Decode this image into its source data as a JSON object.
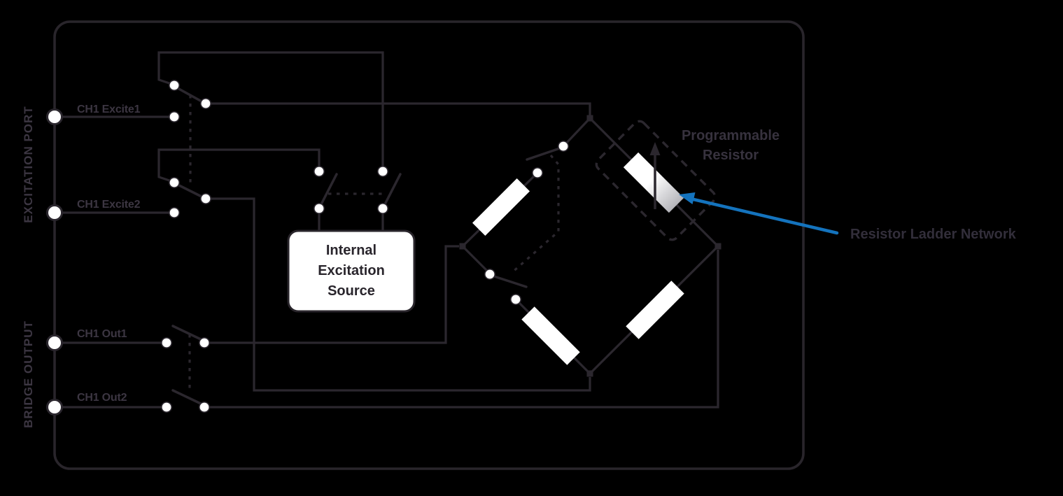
{
  "ports": {
    "excitation": "EXCITATION PORT",
    "bridge": "BRIDGE OUTPUT"
  },
  "signals": [
    {
      "label": "CH1 Excite1"
    },
    {
      "label": "CH1 Excite2"
    },
    {
      "label": "CH1 Out1"
    },
    {
      "label": "CH1 Out2"
    }
  ],
  "source_box": {
    "lines": [
      "Internal",
      "Excitation",
      "Source"
    ]
  },
  "programmable_resistor": {
    "lines": [
      "Programmable",
      "Resistor"
    ]
  },
  "callout": {
    "label": "Resistor Ladder Network"
  },
  "colors": {
    "background": "#000000",
    "line": "#2b272e",
    "label_text": "#3c3642",
    "box_fill": "#ffffff",
    "accent_blue": "#1473bd",
    "resistor_fill": "#ffffff",
    "resistor_shade": "#b5b5ba"
  }
}
